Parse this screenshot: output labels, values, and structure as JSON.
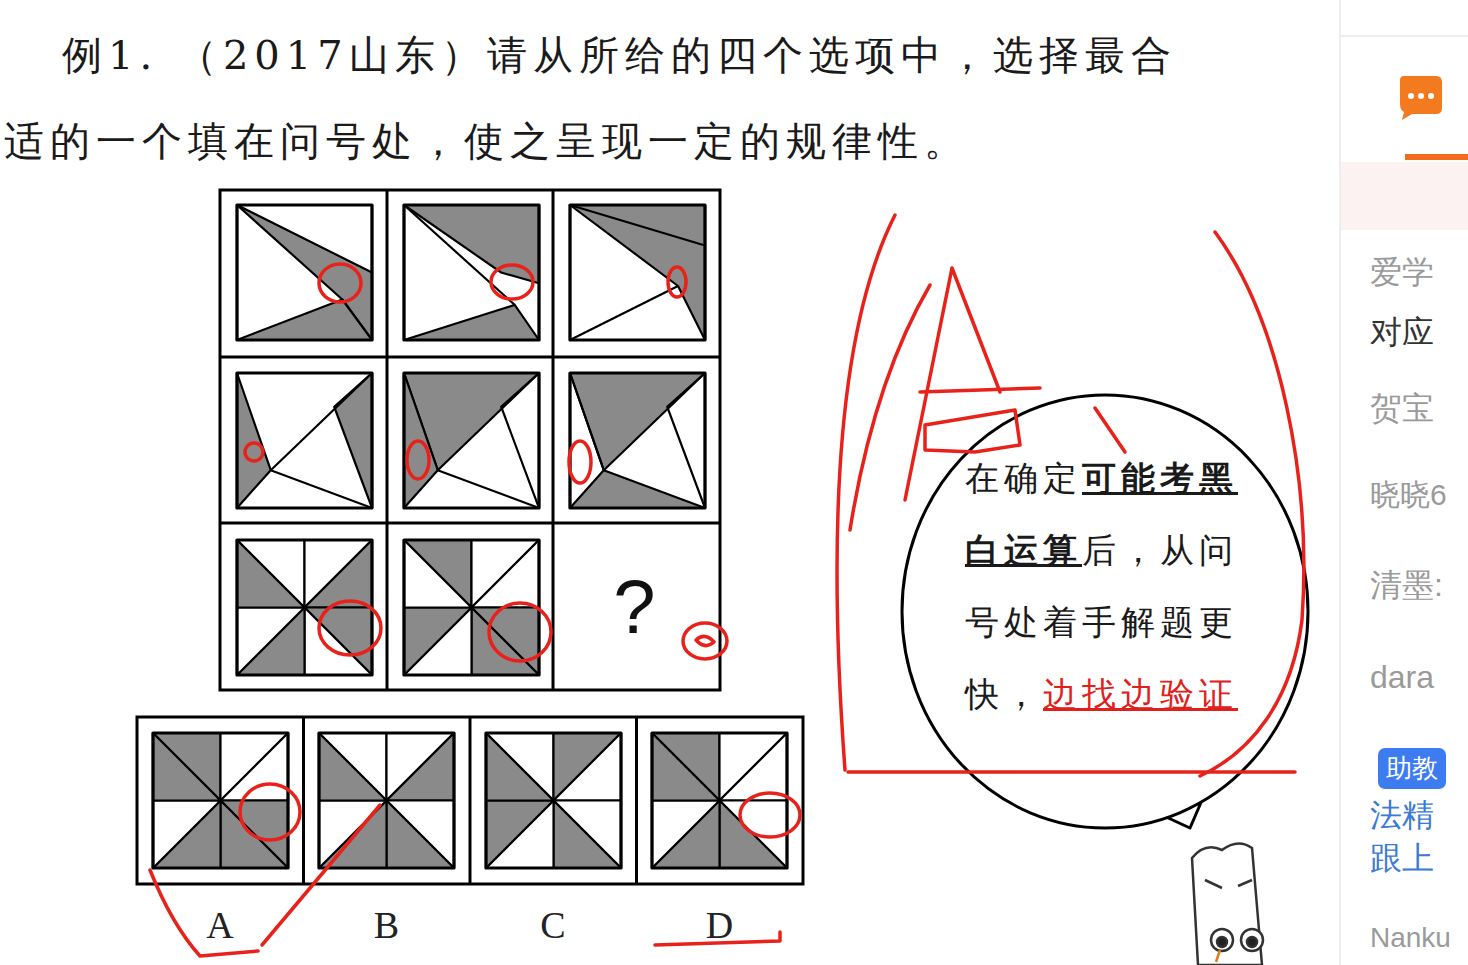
{
  "diagram": {
    "title": "例1. （2017山东）请从所给的四个选项中，选择最合适的一个填在问号处，使之呈现一定的规律性。",
    "nodes": [
      {
        "text": [
          "?"
        ]
      },
      {
        "text": [
          "A"
        ]
      },
      {
        "text": [
          "B"
        ]
      },
      {
        "text": [
          "C"
        ]
      },
      {
        "text": [
          "D"
        ]
      },
      {
        "text": [
          "在确定",
          "可能考黑白运算",
          "后，从问号处着手解题更快，",
          "边找边验证"
        ]
      },
      {
        "text": [
          "助教"
        ]
      }
    ],
    "labels": [
      "爱学",
      "对应",
      "贺宝",
      "晓晓6",
      "清墨:",
      "dara",
      "法精",
      "跟上",
      "Nanku"
    ]
  }
}
